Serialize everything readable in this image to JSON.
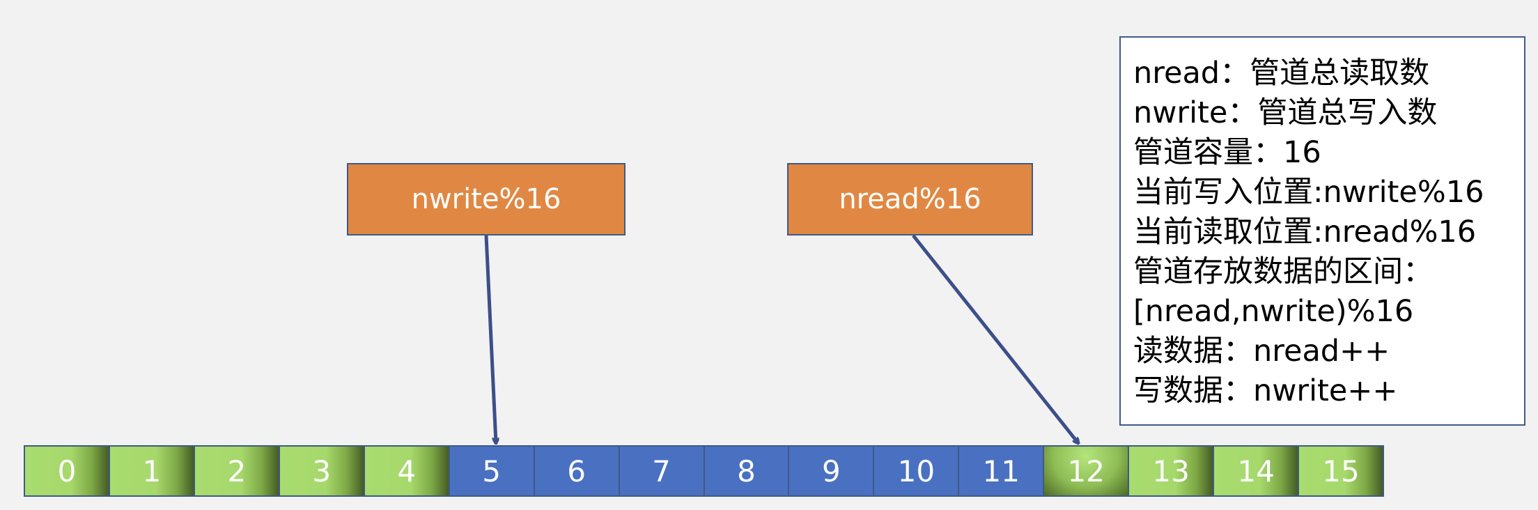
{
  "pointers": {
    "write_label": "nwrite%16",
    "read_label": "nread%16"
  },
  "buffer": {
    "cells": [
      {
        "label": "0",
        "state": "free"
      },
      {
        "label": "1",
        "state": "free"
      },
      {
        "label": "2",
        "state": "free"
      },
      {
        "label": "3",
        "state": "free"
      },
      {
        "label": "4",
        "state": "free"
      },
      {
        "label": "5",
        "state": "used"
      },
      {
        "label": "6",
        "state": "used"
      },
      {
        "label": "7",
        "state": "used"
      },
      {
        "label": "8",
        "state": "used"
      },
      {
        "label": "9",
        "state": "used"
      },
      {
        "label": "10",
        "state": "used"
      },
      {
        "label": "11",
        "state": "used"
      },
      {
        "label": "12",
        "state": "read-position"
      },
      {
        "label": "13",
        "state": "free"
      },
      {
        "label": "14",
        "state": "free"
      },
      {
        "label": "15",
        "state": "free"
      }
    ],
    "write_index": 5,
    "read_index": 12
  },
  "legend": {
    "lines": [
      "nread：管道总读取数",
      "nwrite：管道总写入数",
      "管道容量：16",
      "当前写入位置:nwrite%16",
      "当前读取位置:nread%16",
      "管道存放数据的区间：",
      "[nread,nwrite)%16",
      "读数据：nread++",
      "写数据：nwrite++"
    ]
  },
  "colors": {
    "background": "#f2f2f2",
    "pointer_box": "#e08843",
    "border": "#3e5a86",
    "cell_blue": "#4a70c2",
    "cell_green": "#a6d86c",
    "arrow": "#3c4f8a"
  }
}
